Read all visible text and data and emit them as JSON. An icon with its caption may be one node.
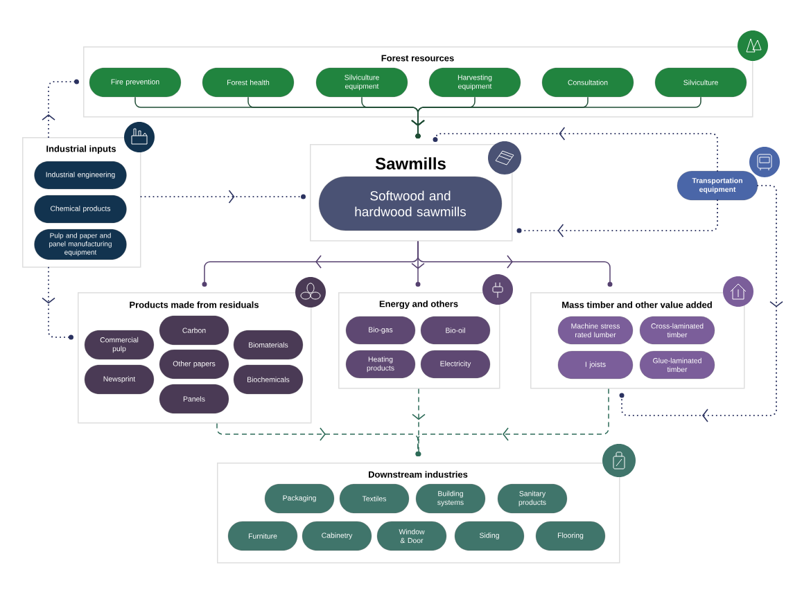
{
  "diagram": {
    "nodes": [
      {
        "text": [
          "Forest resources"
        ]
      },
      {
        "text": [
          "Fire prevention"
        ],
        "in": 0
      },
      {
        "text": [
          "Forest health"
        ],
        "in": 0
      },
      {
        "text": [
          "Silviculture equipment"
        ],
        "in": 0
      },
      {
        "text": [
          "Harvesting equipment"
        ],
        "in": 0
      },
      {
        "text": [
          "Consultation"
        ],
        "in": 0
      },
      {
        "text": [
          "Silviculture"
        ],
        "in": 0
      },
      {
        "text": [
          "Industrial inputs"
        ]
      },
      {
        "text": [
          "Industrial engineering"
        ],
        "in": 7
      },
      {
        "text": [
          "Chemical products"
        ],
        "in": 7
      },
      {
        "text": [
          "Pulp and paper and panel manufacturing equipment"
        ],
        "in": 7
      },
      {
        "text": [
          "Sawmills"
        ]
      },
      {
        "text": [
          "Softwood and hardwood sawmills"
        ],
        "in": 11
      },
      {
        "text": [
          "Transportation equipment"
        ]
      },
      {
        "text": [
          "Products made from residuals"
        ]
      },
      {
        "text": [
          "Commercial pulp"
        ],
        "in": 14
      },
      {
        "text": [
          "Newsprint"
        ],
        "in": 14
      },
      {
        "text": [
          "Carbon"
        ],
        "in": 14
      },
      {
        "text": [
          "Other papers"
        ],
        "in": 14
      },
      {
        "text": [
          "Panels"
        ],
        "in": 14
      },
      {
        "text": [
          "Biomaterials"
        ],
        "in": 14
      },
      {
        "text": [
          "Biochemicals"
        ],
        "in": 14
      },
      {
        "text": [
          "Energy and others"
        ]
      },
      {
        "text": [
          "Bio-gas"
        ],
        "in": 22
      },
      {
        "text": [
          "Bio-oil"
        ],
        "in": 22
      },
      {
        "text": [
          "Heating products"
        ],
        "in": 22
      },
      {
        "text": [
          "Electricity"
        ],
        "in": 22
      },
      {
        "text": [
          "Mass timber and other value added"
        ]
      },
      {
        "text": [
          "Machine stress rated lumber"
        ],
        "in": 27
      },
      {
        "text": [
          "Cross-laminated timber"
        ],
        "in": 27
      },
      {
        "text": [
          "I joists"
        ],
        "in": 27
      },
      {
        "text": [
          "Glue-laminated timber"
        ],
        "in": 27
      },
      {
        "text": [
          "Downstream industries"
        ]
      },
      {
        "text": [
          "Packaging"
        ],
        "in": 32
      },
      {
        "text": [
          "Textiles"
        ],
        "in": 32
      },
      {
        "text": [
          "Building systems"
        ],
        "in": 32
      },
      {
        "text": [
          "Sanitary products"
        ],
        "in": 32
      },
      {
        "text": [
          "Furniture"
        ],
        "in": 32
      },
      {
        "text": [
          "Cabinetry"
        ],
        "in": 32
      },
      {
        "text": [
          "Window & Door"
        ],
        "in": 32
      },
      {
        "text": [
          "Siding"
        ],
        "in": 32
      },
      {
        "text": [
          "Flooring"
        ],
        "in": 32
      }
    ],
    "edges": [
      {
        "from": 1,
        "to": 11,
        "arrow": "to",
        "color": "#1f4d35"
      },
      {
        "from": 2,
        "to": 11,
        "arrow": "to",
        "color": "#1f4d35"
      },
      {
        "from": 3,
        "to": 11,
        "arrow": "to",
        "color": "#1f4d35"
      },
      {
        "from": 4,
        "to": 11,
        "arrow": "to",
        "color": "#1f4d35"
      },
      {
        "from": 5,
        "to": 11,
        "arrow": "to",
        "color": "#1f4d35"
      },
      {
        "from": 6,
        "to": 11,
        "arrow": "to",
        "color": "#1f4d35"
      },
      {
        "from": 7,
        "to": 0,
        "arrow": "to",
        "style": "dashed",
        "color": "#2b3260"
      },
      {
        "from": 7,
        "to": 11,
        "arrow": "to",
        "style": "dashed",
        "color": "#2b3260"
      },
      {
        "from": 7,
        "to": 14,
        "arrow": "to",
        "style": "dashed",
        "color": "#2b3260"
      },
      {
        "from": 13,
        "to": 11,
        "arrow": "to",
        "style": "dashed",
        "color": "#2b3260"
      },
      {
        "from": 13,
        "to": 11,
        "arrow": "to",
        "style": "dashed",
        "color": "#2b3260"
      },
      {
        "from": 13,
        "to": 27,
        "arrow": "to",
        "style": "dashed",
        "color": "#2b3260"
      },
      {
        "from": 11,
        "to": 14,
        "arrow": "to",
        "color": "#55406f"
      },
      {
        "from": 11,
        "to": 22,
        "arrow": "to",
        "color": "#55406f"
      },
      {
        "from": 11,
        "to": 27,
        "arrow": "to",
        "color": "#55406f"
      },
      {
        "from": 14,
        "to": 32,
        "arrow": "to",
        "style": "dashed",
        "color": "#2d6b58"
      },
      {
        "from": 22,
        "to": 32,
        "arrow": "to",
        "style": "dashed",
        "color": "#2d6b58"
      },
      {
        "from": 27,
        "to": 32,
        "arrow": "to",
        "style": "dashed",
        "color": "#2d6b58"
      }
    ]
  }
}
